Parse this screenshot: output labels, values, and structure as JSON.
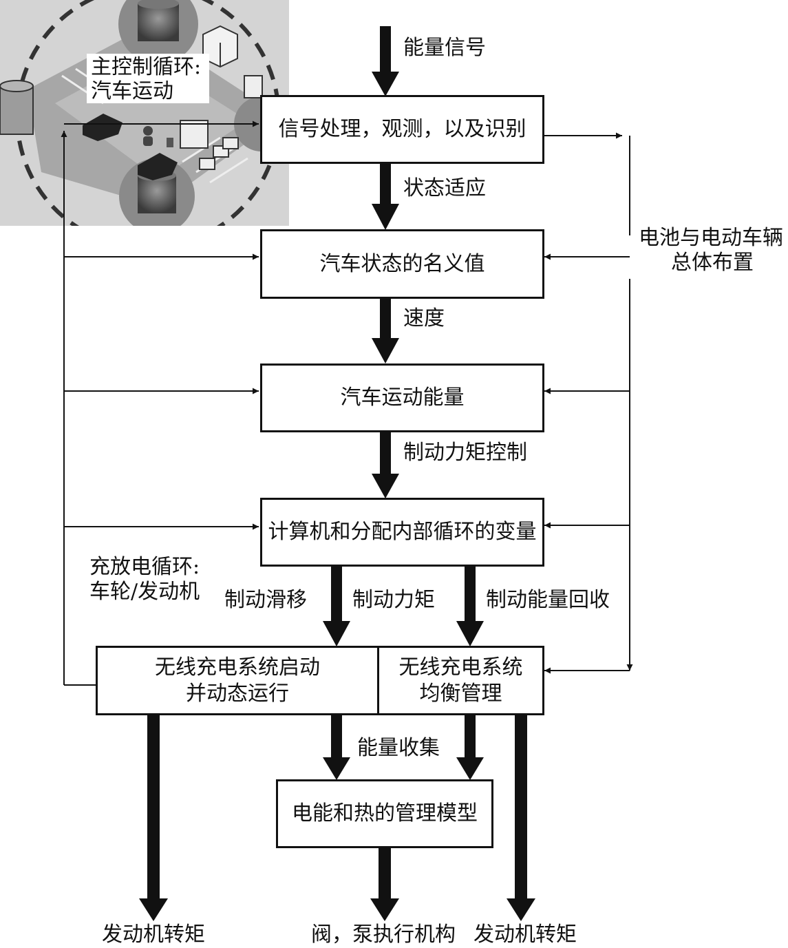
{
  "inset": {
    "main_loop_label_1": "主控制循环:",
    "main_loop_label_2": "汽车运动"
  },
  "boxes": {
    "signal_processing": "信号处理，观测，以及识别",
    "nominal_state": "汽车状态的名义值",
    "motion_energy": "汽车运动能量",
    "computer_distribution": "计算机和分配内部循环的变量",
    "wireless_start_1": "无线充电系统启动",
    "wireless_start_2": "并动态运行",
    "wireless_balance_1": "无线充电系统",
    "wireless_balance_2": "均衡管理",
    "thermal_model": "电能和热的管理模型"
  },
  "arrow_labels": {
    "energy_signal": "能量信号",
    "state_adaptation": "状态适应",
    "speed": "速度",
    "brake_torque_control": "制动力矩控制",
    "brake_slip": "制动滑移",
    "brake_torque": "制动力矩",
    "brake_energy_recovery": "制动能量回收",
    "energy_collection": "能量收集"
  },
  "side_labels": {
    "battery_layout_1": "电池与电动车辆",
    "battery_layout_2": "总体布置",
    "charge_loop_1": "充放电循环:",
    "charge_loop_2": "车轮/发动机"
  },
  "outputs": {
    "engine_torque_left": "发动机转矩",
    "valve_pump": "阀，泵执行机构",
    "engine_torque_right": "发动机转矩"
  }
}
